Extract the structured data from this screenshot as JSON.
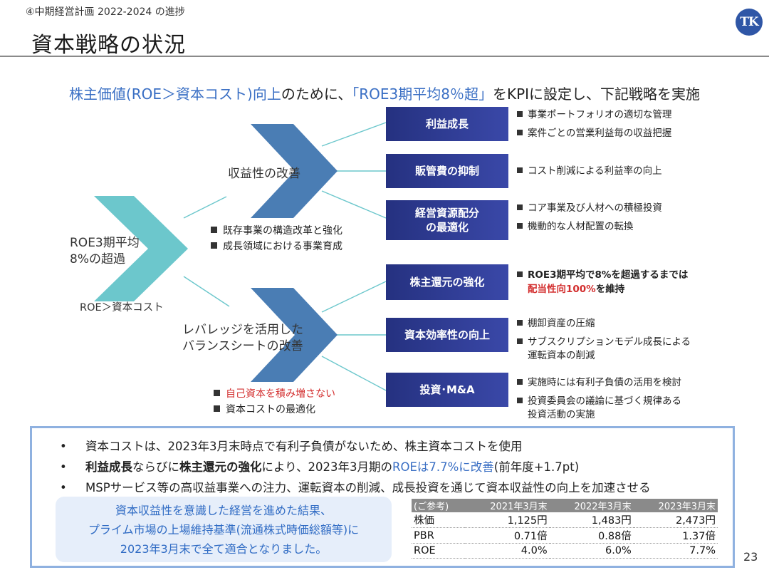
{
  "header": {
    "subtitle": "④中期経営計画 2022-2024 の進捗",
    "title": "資本戦略の状況",
    "logo": "TK"
  },
  "headline": {
    "part1": "株主価値(ROE＞資本コスト)向上",
    "part2": "のために、",
    "part3": "「ROE3期平均8％超」",
    "part4": "をKPIに設定し、下記戦略を実施"
  },
  "diagram": {
    "root_label_line1": "ROE3期平均",
    "root_label_line2": "8%の超過",
    "root_sub": "ROE＞資本コスト",
    "profit_label": "収益性の改善",
    "profit_bullets": [
      "既存事業の構造改革と強化",
      "成長領域における事業育成"
    ],
    "leverage_label_line1": "レバレッジを活用した",
    "leverage_label_line2": "バランスシートの改善",
    "leverage_bullets": [
      "自己資本を積み増さない",
      "資本コストの最適化"
    ],
    "colors": {
      "teal": "#6cc7cc",
      "steel_blue": "#4a7db4",
      "navy": "#2e3b8f"
    }
  },
  "strategies": [
    {
      "title": "利益成長",
      "items": [
        "事業ポートフォリオの適切な管理",
        "案件ごとの営業利益毎の収益把握"
      ]
    },
    {
      "title": "販管費の抑制",
      "items": [
        "コスト削減による利益率の向上"
      ]
    },
    {
      "title_line1": "経営資源配分",
      "title_line2": "の最適化",
      "items": [
        "コア事業及び人材への積極投資",
        "機動的な人材配置の転換"
      ]
    },
    {
      "title": "株主還元の強化",
      "item_line1": "ROE3期平均で8%を超過するまでは",
      "item_red": "配当性向100%",
      "item_tail": "を維持"
    },
    {
      "title": "資本効率性の向上",
      "items": [
        "棚卸資産の圧縮"
      ],
      "item2_line1": "サブスクリプションモデル成長による",
      "item2_line2": "運転資本の削減"
    },
    {
      "title": "投資･M&A",
      "items": [
        "実施時には有利子負債の活用を検討"
      ],
      "item2_line1": "投資委員会の議論に基づく規律ある",
      "item2_line2": "投資活動の実施"
    }
  ],
  "summary": {
    "bullet": "•",
    "line1": "資本コストは、2023年3月末時点で有利子負債がないため、株主資本コストを使用",
    "line2_b1": "利益成長",
    "line2_t1": "ならびに",
    "line2_b2": "株主還元の強化",
    "line2_t2": "により、2023年3月期の",
    "line2_blue": "ROEは7.7%に改善",
    "line2_t3": "(前年度+1.7pt)",
    "line3": "MSPサービス等の高収益事業への注力、運転資本の削減、成長投資を通じて資本収益性の向上を加速させる"
  },
  "callout": {
    "line1": "資本収益性を意識した経営を進めた結果、",
    "line2": "プライム市場の上場維持基準(流通株式時価総額等)に",
    "line3": "2023年3月末で全て適合となりました。"
  },
  "stock_table": {
    "headers": [
      "(ご参考)",
      "2021年3月末",
      "2022年3月末",
      "2023年3月末"
    ],
    "rows": [
      [
        "株価",
        "1,125円",
        "1,483円",
        "2,473円"
      ],
      [
        "PBR",
        "0.71倍",
        "0.88倍",
        "1.37倍"
      ],
      [
        "ROE",
        "4.0%",
        "6.0%",
        "7.7%"
      ]
    ]
  },
  "page_number": "23"
}
